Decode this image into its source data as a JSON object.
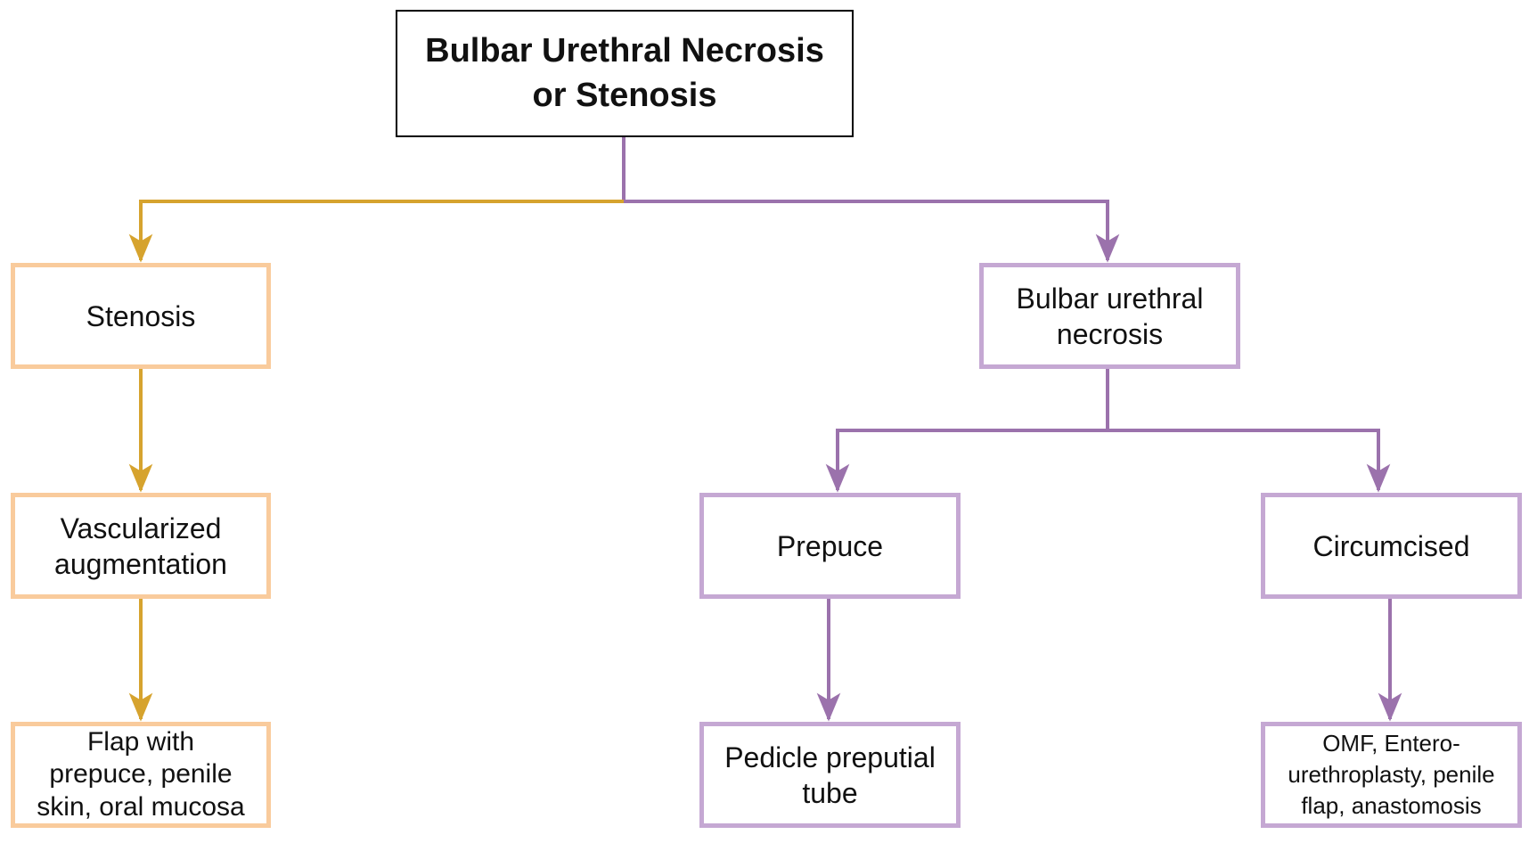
{
  "diagram": {
    "root": {
      "line1": "Bulbar Urethral Necrosis",
      "line2": "or Stenosis"
    },
    "stenosis_branch": {
      "color": "#d6a32e",
      "box_color": "#f9cb9c",
      "level1": {
        "label": "Stenosis"
      },
      "level2": {
        "line1": "Vascularized",
        "line2": "augmentation"
      },
      "level3": {
        "line1": "Flap with",
        "line2": "prepuce, penile",
        "line3": "skin, oral mucosa"
      }
    },
    "necrosis_branch": {
      "color": "#9b72ac",
      "box_color": "#c5a8d3",
      "level1": {
        "line1": "Bulbar urethral",
        "line2": "necrosis"
      },
      "prepuce": {
        "label": "Prepuce",
        "outcome": {
          "line1": "Pedicle preputial",
          "line2": "tube"
        }
      },
      "circumcised": {
        "label": "Circumcised",
        "outcome": {
          "line1": "OMF, Entero-",
          "line2": "urethroplasty, penile",
          "line3": "flap, anastomosis"
        }
      }
    }
  }
}
